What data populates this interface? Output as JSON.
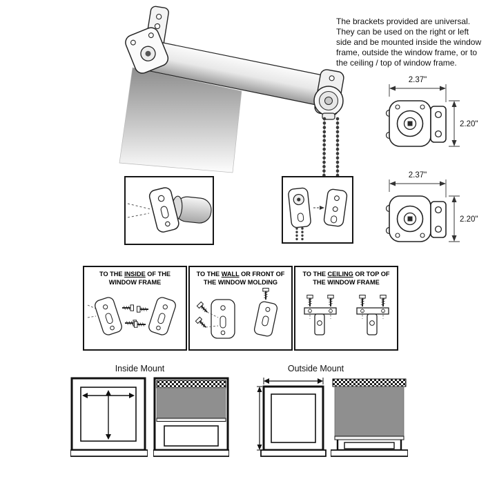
{
  "intro": {
    "text": "The brackets provided are universal. They can be used on the right or left side and be mounted inside the window frame, outside the window frame, or to the ceiling / top of window frame."
  },
  "bracket_diagrams": {
    "top": {
      "width": "2.37\"",
      "height": "2.20\""
    },
    "bottom": {
      "width": "2.37\"",
      "height": "2.20\""
    }
  },
  "mount_options": [
    {
      "pre": "TO THE ",
      "key": "INSIDE",
      "post": " OF THE",
      "line2": "WINDOW FRAME"
    },
    {
      "pre": "TO THE ",
      "key": "WALL",
      "post": " OR FRONT OF",
      "line2": "THE WINDOW MOLDING"
    },
    {
      "pre": "TO THE ",
      "key": "CEILING",
      "post": " OR TOP OF",
      "line2": "THE WINDOW FRAME"
    }
  ],
  "bottom_section": {
    "inside_label": "Inside Mount",
    "outside_label": "Outside Mount"
  }
}
